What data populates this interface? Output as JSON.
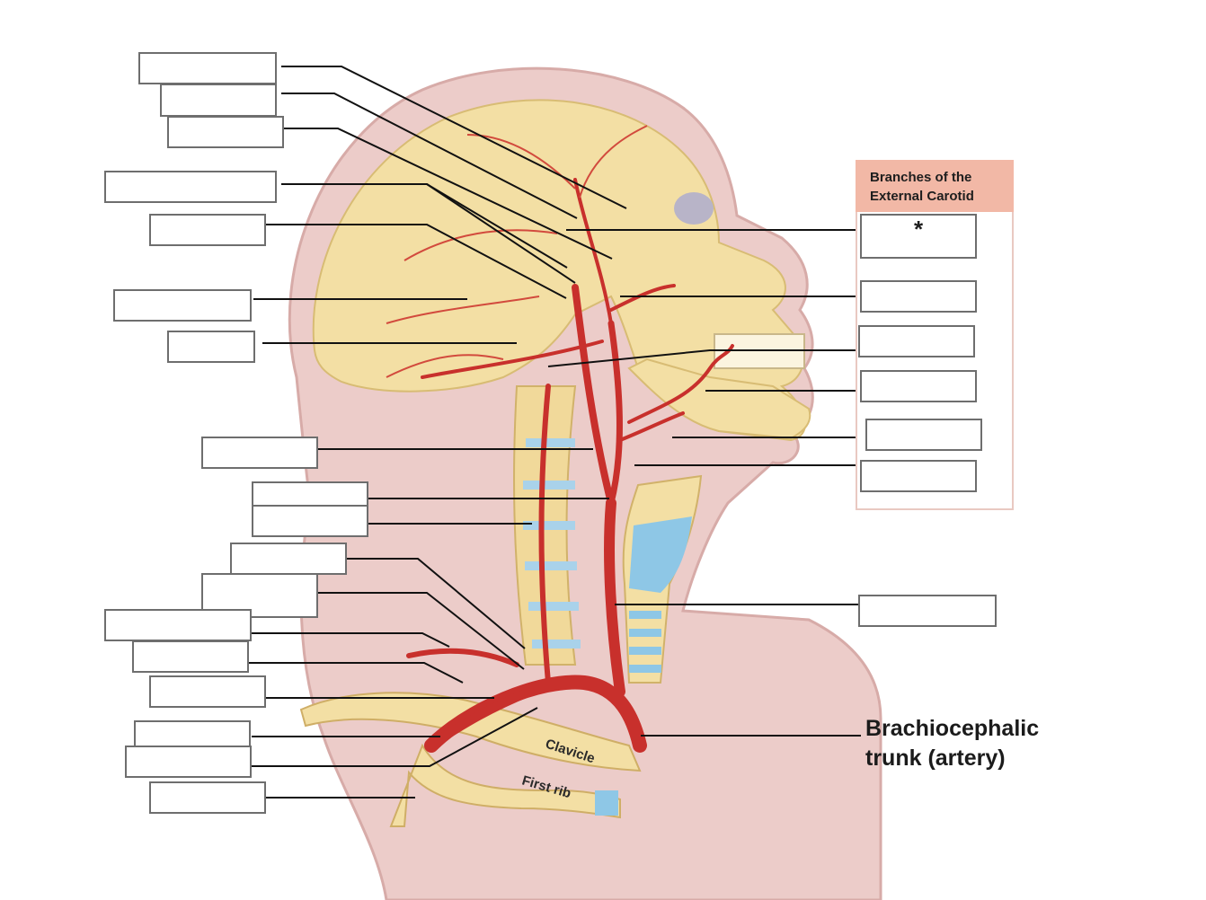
{
  "panel": {
    "title": "Branches of the External Carotid",
    "first_box_marker": "*"
  },
  "labels": {
    "brachiocephalic": "Brachiocephalic trunk (artery)",
    "clavicle": "Clavicle",
    "first_rib": "First rib"
  },
  "colors": {
    "artery": "#c8302c",
    "bone": "#f3dfa4",
    "skin": "#e9c3c0",
    "cartilage": "#8ec7e6",
    "leader_line": "#111111",
    "panel_header": "#f2b8a6"
  }
}
